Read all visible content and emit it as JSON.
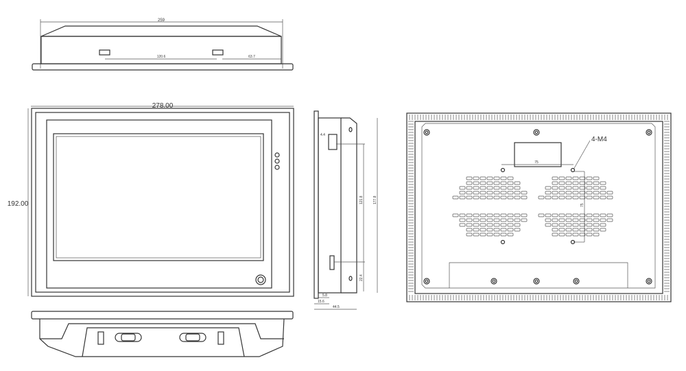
{
  "top_view": {
    "width_dim": "259",
    "dim_a": "120.6",
    "dim_b": "63.7"
  },
  "front_view": {
    "width_dim": "278.00",
    "height_dim": "192.00"
  },
  "side_view": {
    "dim_top": "4.4",
    "dim_mount": "121.8",
    "dim_height": "177.8",
    "dim_bottom": "22.4",
    "dim_d1": "5.8",
    "dim_d2": "15.6",
    "dim_depth": "44.5"
  },
  "rear_view": {
    "hole_spacing_h": "75",
    "hole_spacing_v": "75",
    "screw_label": "4-M4"
  }
}
